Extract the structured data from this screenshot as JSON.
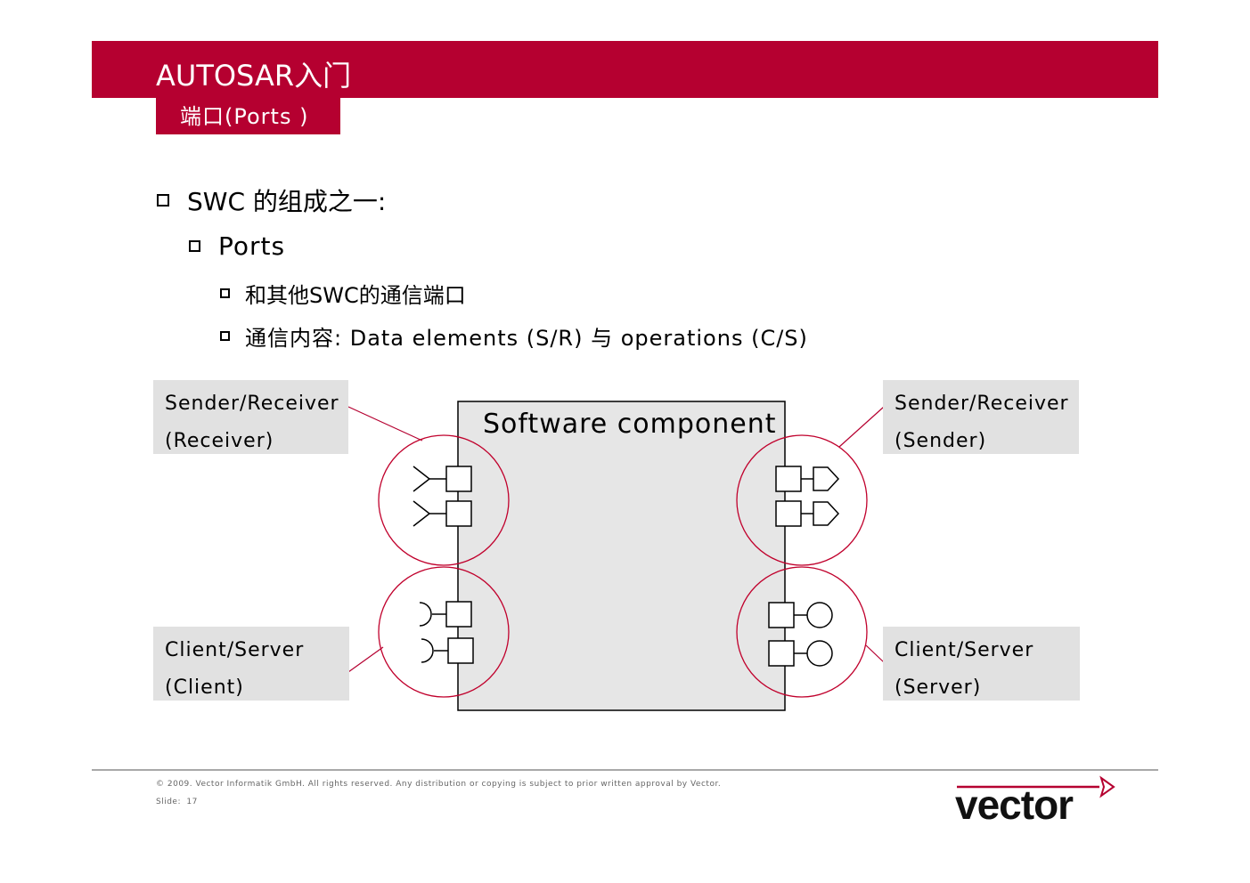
{
  "header": {
    "title": "AUTOSAR入门",
    "subtitle": "端口(Ports )"
  },
  "bullets": {
    "level1": "SWC 的组成之一:",
    "level2": "Ports",
    "level3_a": "和其他SWC的通信端口",
    "level3_b": "通信内容: Data elements (S/R) 与 operations (C/S)"
  },
  "diagram": {
    "component_label": "Software component",
    "labels": {
      "sr_receiver": {
        "line1": "Sender/Receiver",
        "line2": "(Receiver)"
      },
      "sr_sender": {
        "line1": "Sender/Receiver",
        "line2": "(Sender)"
      },
      "cs_client": {
        "line1": "Client/Server",
        "line2": "(Client)"
      },
      "cs_server": {
        "line1": "Client/Server",
        "line2": "(Server)"
      }
    }
  },
  "footer": {
    "copyright": "© 2009. Vector Informatik GmbH. All rights reserved. Any distribution or copying is subject to prior written approval by Vector.",
    "slide_label": "Slide:",
    "slide_number": "17"
  },
  "logo": {
    "text": "vector"
  },
  "colors": {
    "brand_red": "#b50030",
    "label_bg": "#e1e1e1",
    "component_fill": "#e6e6e6",
    "highlight_circle": "#c0002c"
  }
}
